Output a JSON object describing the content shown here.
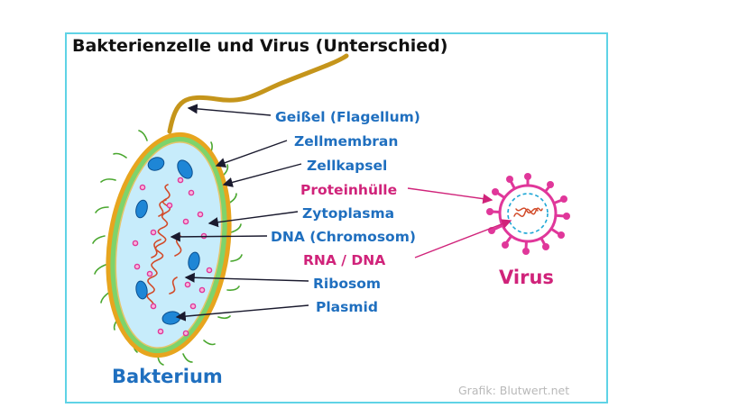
{
  "title": "Bakterienzelle und Virus (Unterschied)",
  "labels": {
    "flagellum": "Geißel (Flagellum)",
    "zellmembran": "Zellmembran",
    "zellkapsel": "Zellkapsel",
    "proteinhuelle": "Proteinhülle",
    "zytoplasma": "Zytoplasma",
    "dna": "DNA (Chromosom)",
    "rna_dna": "RNA / DNA",
    "ribosom": "Ribosom",
    "plasmid": "Plasmid"
  },
  "bakterium_label": "Bakterium",
  "virus_label": "Virus",
  "credit": "Grafik: Blutwert.net",
  "colors": {
    "frame": "#5fd3e6",
    "bacteria_label": "#1f6fbf",
    "virus_label": "#d0237a",
    "capsule": "#e7a51e",
    "membrane": "#7ed36b",
    "cytoplasm": "#c7ecfb",
    "plasmid": "#1e86d6",
    "dna": "#d24b2a",
    "ribosome": "#e0379a",
    "flagellum": "#c5951b",
    "virus": "#e0379a"
  }
}
